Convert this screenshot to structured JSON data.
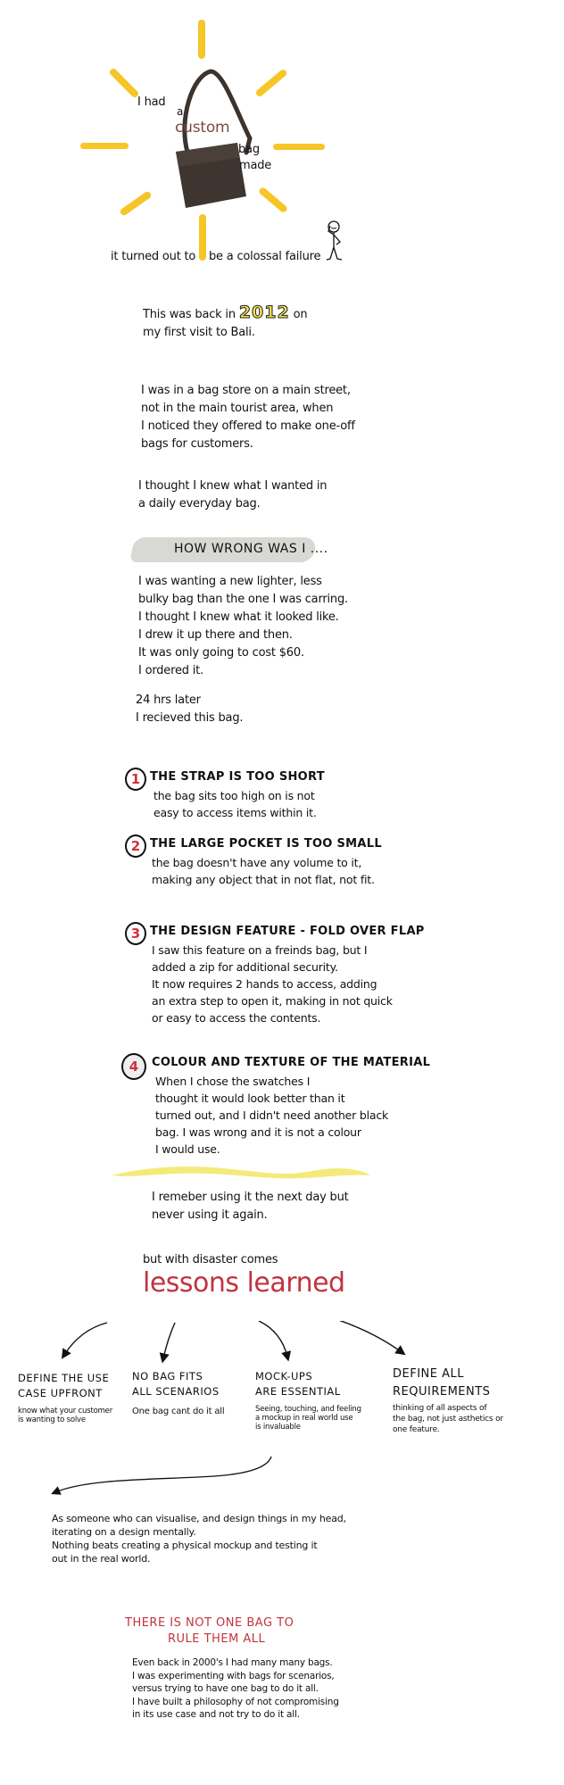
{
  "hero": {
    "line1": "I had",
    "line2": "a",
    "highlight": "custom",
    "line3": "bag",
    "line4": "made",
    "caption_left": "it turned out to",
    "caption_right": "be a colossal failure",
    "accent_color": "#f5c21b",
    "highlight_color": "#7a4b44"
  },
  "intro": {
    "prefix": "This was back in",
    "year": "2012",
    "suffix": "on",
    "line2": "my first visit to Bali."
  },
  "story": {
    "para1": [
      "I was in a bag store on a main street,",
      "not in the main tourist area, when",
      "I noticed they offered to make one-off",
      "bags for customers."
    ],
    "para2": [
      "I thought I knew what I wanted in",
      "a daily everyday bag."
    ]
  },
  "how_wrong": {
    "heading": "HOW WRONG WAS I ....",
    "lines": [
      "I was wanting a new lighter, less",
      "bulky bag than the one I was carring.",
      "I thought I knew what it looked like.",
      "I drew it up there and then.",
      "It was only going to cost $60.",
      "I ordered it."
    ],
    "later": [
      "24 hrs later",
      "I recieved this bag."
    ]
  },
  "problems": [
    {
      "number": "1",
      "title": "THE STRAP IS TOO SHORT",
      "body": [
        "the bag sits too high on is not",
        "easy to access items within it."
      ]
    },
    {
      "number": "2",
      "title": "THE LARGE POCKET IS TOO SMALL",
      "body": [
        "the bag doesn't have any volume to it,",
        "making any object that in not flat, not fit."
      ]
    },
    {
      "number": "3",
      "title": "THE DESIGN FEATURE - FOLD OVER FLAP",
      "body": [
        "I saw this feature on a freinds bag, but I",
        "added a zip for additional security.",
        "It now requires 2 hands to access, adding",
        "an extra step to open it, making in not quick",
        "or easy to access the contents."
      ]
    },
    {
      "number": "4",
      "title": "COLOUR AND TEXTURE OF THE MATERIAL",
      "body": [
        "When I chose the swatches I",
        "thought it would look better than it",
        "turned out, and I didn't need another black",
        "bag. I was wrong and it is not a colour",
        "I would use."
      ]
    }
  ],
  "aftermath": [
    "I remeber using it the next day but",
    "never using it again."
  ],
  "lessons": {
    "intro": "but with disaster comes",
    "heading": "lessons learned",
    "heading_color": "#c0343f",
    "items": [
      {
        "title": [
          "DEFINE THE USE",
          "CASE UPFRONT"
        ],
        "body": [
          "know what your customer",
          "is wanting to solve"
        ]
      },
      {
        "title": [
          "NO BAG FITS",
          "ALL SCENARIOS"
        ],
        "body": [
          "One bag cant do it all"
        ]
      },
      {
        "title": [
          "MOCK-UPS",
          "ARE ESSENTIAL"
        ],
        "body": [
          "Seeing, touching, and feeling",
          "a mockup in real world use",
          "is invaluable"
        ]
      },
      {
        "title": [
          "DEFINE ALL",
          "REQUIREMENTS"
        ],
        "body": [
          "thinking of all aspects of",
          "the bag, not just asthetics or",
          "one feature."
        ]
      }
    ]
  },
  "mockup_note": [
    "As someone who can visualise, and design things in my head,",
    "iterating on a design mentally.",
    "Nothing beats creating a physical mockup and testing it",
    "out in the real world."
  ],
  "conclusion": {
    "heading": [
      "THERE IS NOT ONE BAG TO",
      "RULE THEM ALL"
    ],
    "heading_color": "#c0343f",
    "body": [
      "Even back in 2000's I had many many bags.",
      "I was experimenting with bags for scenarios,",
      "versus trying to have one bag to do it all.",
      "I have built a philosophy of not compromising",
      "in its use case and not try to do it all."
    ]
  }
}
